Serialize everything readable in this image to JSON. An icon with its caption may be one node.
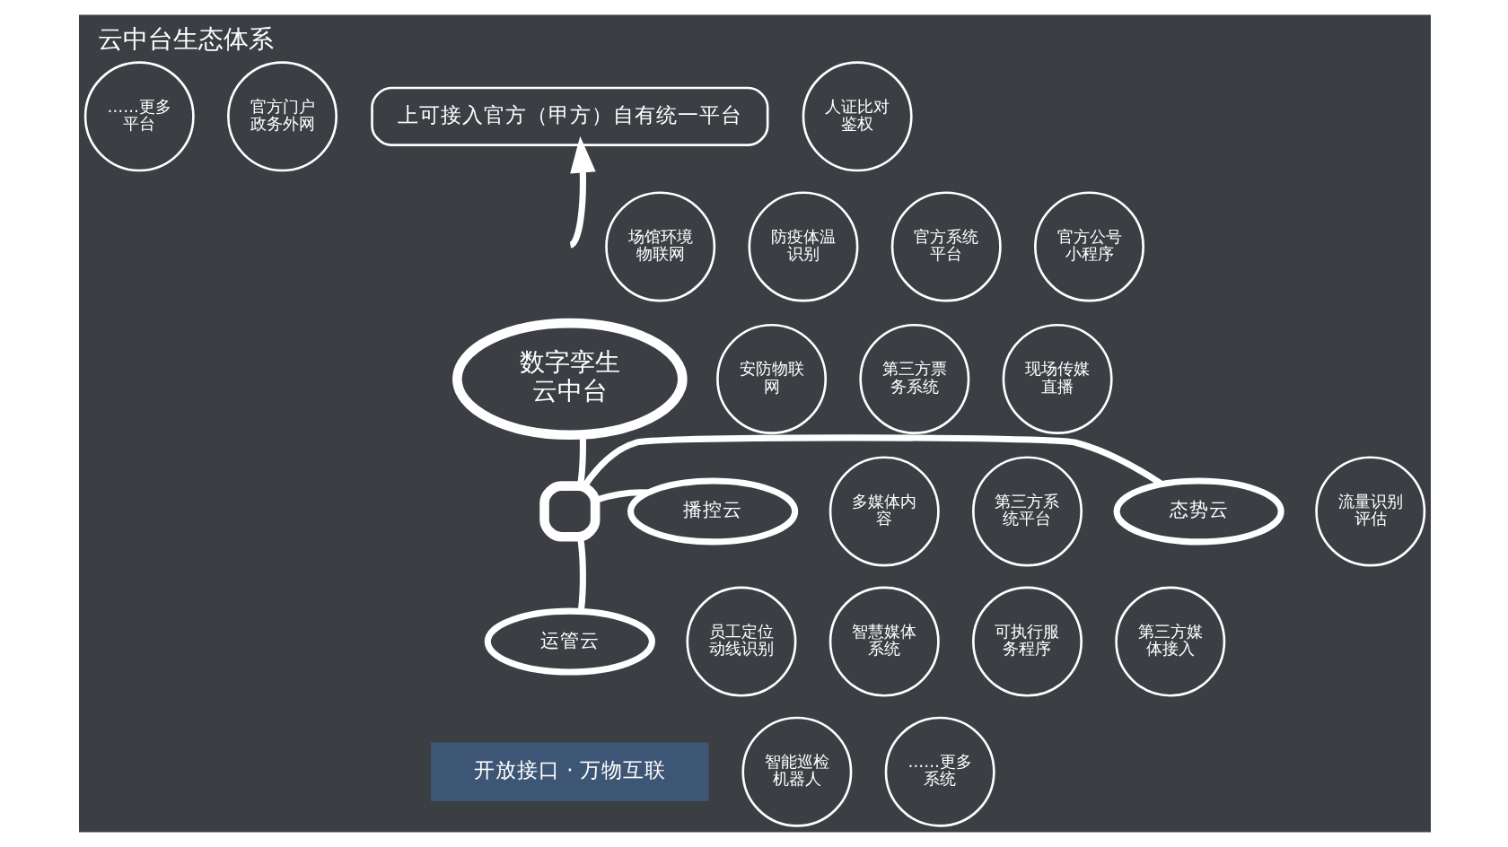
{
  "diagram": {
    "title": "云中台生态体系",
    "nodes": [
      {
        "text": [
          "上可接入官方（甲方）自有统一平台"
        ]
      },
      {
        "text": [
          "……更多平台"
        ]
      },
      {
        "text": [
          "官方门户政务外网"
        ]
      },
      {
        "text": [
          "官方公号小程序"
        ]
      },
      {
        "text": [
          "官方系统平台"
        ]
      },
      {
        "text": [
          "现场传媒直播"
        ]
      },
      {
        "text": [
          "第三方系统平台"
        ]
      },
      {
        "text": [
          "多媒体内容"
        ]
      },
      {
        "text": [
          "第三方媒体接入"
        ]
      },
      {
        "text": [
          "可执行服务程序"
        ]
      },
      {
        "text": [
          "数字孪生",
          "云中台"
        ]
      },
      {
        "text": [
          "播控云"
        ]
      },
      {
        "text": [],
        "shape": "box"
      },
      {
        "text": [
          "态势云"
        ]
      },
      {
        "text": [
          "运管云"
        ]
      },
      {
        "text": [
          "开放接口 · 万物互联"
        ]
      },
      {
        "text": [
          "人证比对鉴权"
        ]
      },
      {
        "text": [
          "场馆环境物联网"
        ]
      },
      {
        "text": [
          "防疫体温识别"
        ]
      },
      {
        "text": [
          "安防物联网"
        ]
      },
      {
        "text": [
          "第三方票务系统"
        ]
      },
      {
        "text": [
          "流量识别评估"
        ]
      },
      {
        "text": [
          "智慧媒体系统"
        ]
      },
      {
        "text": [
          "员工定位动线识别"
        ]
      },
      {
        "text": [
          "智能巡检机器人"
        ]
      },
      {
        "text": [
          "……更多系统"
        ]
      }
    ],
    "edges": [
      {
        "from": null,
        "to": 0,
        "arrow": "to"
      },
      {
        "from": 10,
        "to": 12,
        "arrow": "none"
      },
      {
        "from": 12,
        "to": 11,
        "arrow": "none"
      },
      {
        "from": 12,
        "to": 13,
        "arrow": "none"
      },
      {
        "from": 12,
        "to": 14,
        "arrow": "none"
      }
    ]
  }
}
